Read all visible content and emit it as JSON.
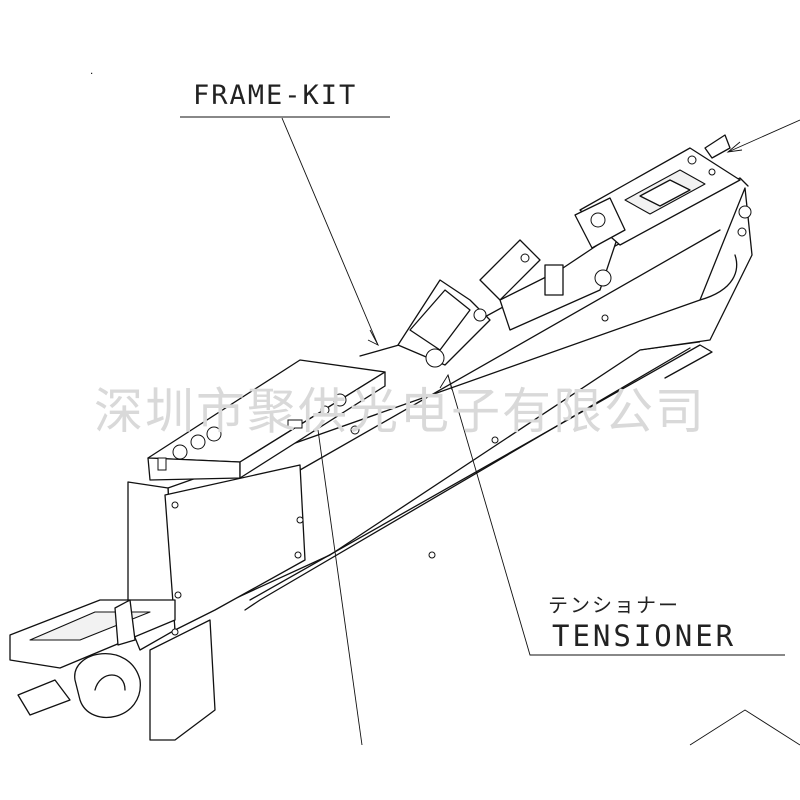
{
  "labels": {
    "frame_kit": "FRAME-KIT",
    "tensioner_jp": "テンショナー",
    "tensioner_en": "TENSIONER"
  },
  "watermark": "深圳市聚供光电子有限公司",
  "icons": {
    "feeder": "feeder-drawing-icon"
  }
}
